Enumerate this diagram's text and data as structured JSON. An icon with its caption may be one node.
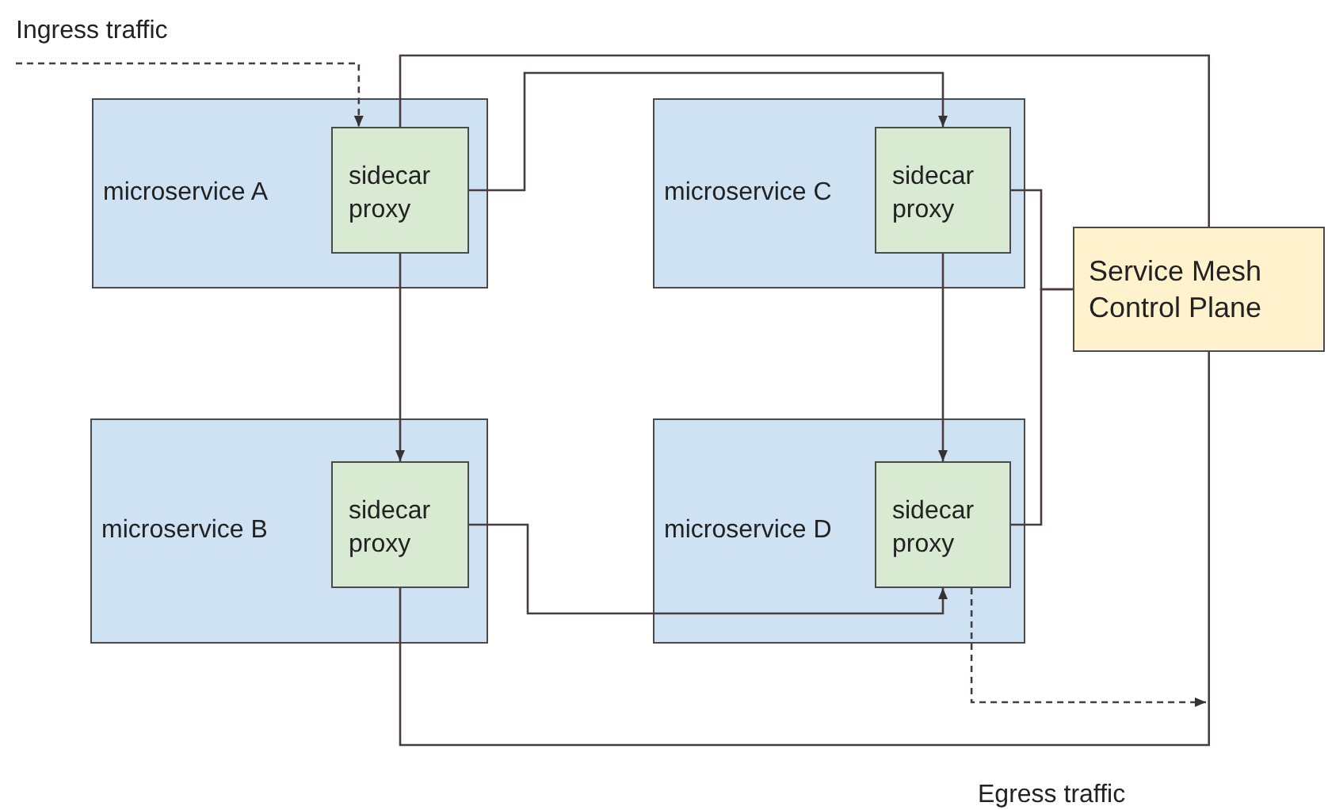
{
  "diagram": {
    "nodes": [
      {
        "text": [
          "microservice A"
        ]
      },
      {
        "text": [
          "sidecar proxy"
        ],
        "in": 0
      },
      {
        "text": [
          "microservice C"
        ]
      },
      {
        "text": [
          "sidecar proxy"
        ],
        "in": 2
      },
      {
        "text": [
          "Service Mesh Control Plane"
        ]
      },
      {
        "text": [
          "microservice B"
        ]
      },
      {
        "text": [
          "sidecar proxy"
        ],
        "in": 5
      },
      {
        "text": [
          "microservice D"
        ]
      },
      {
        "text": [
          "sidecar proxy"
        ],
        "in": 7
      }
    ],
    "edges": [
      {
        "from": null,
        "to": 1,
        "arrow": "to",
        "style": "dashed"
      },
      {
        "from": 1,
        "to": 3,
        "arrow": "to"
      },
      {
        "from": 1,
        "to": 6,
        "arrow": "to"
      },
      {
        "from": 3,
        "to": 8,
        "arrow": "to"
      },
      {
        "from": 6,
        "to": 8,
        "arrow": "to"
      },
      {
        "from": 3,
        "to": 4,
        "arrow": "none"
      },
      {
        "from": 8,
        "to": 4,
        "arrow": "none"
      },
      {
        "from": 1,
        "to": 4,
        "arrow": "none"
      },
      {
        "from": 6,
        "to": 4,
        "arrow": "none"
      },
      {
        "from": 8,
        "to": null,
        "arrow": "to",
        "style": "dashed"
      }
    ],
    "labels": [
      "Ingress traffic",
      "Egress traffic"
    ]
  }
}
